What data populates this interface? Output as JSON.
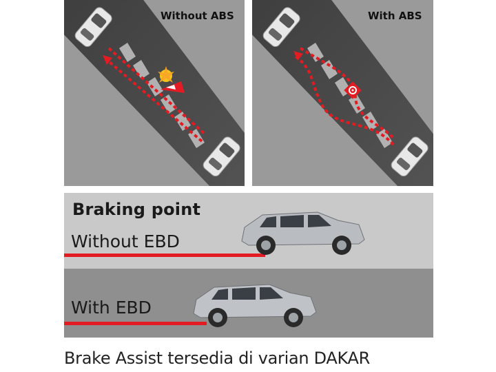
{
  "panels": {
    "without_abs": {
      "label": "Without ABS"
    },
    "with_abs": {
      "label": "With ABS"
    }
  },
  "ebd": {
    "title": "Braking point",
    "without_label": "Without EBD",
    "with_label": "With EBD"
  },
  "footer": {
    "caption": "Brake Assist tersedia di varian DAKAR"
  },
  "colors": {
    "arrow_red": "#e31b23",
    "road": "#4a4a4a",
    "band_light": "#c9c9c9",
    "band_dark": "#8f8f8f"
  }
}
